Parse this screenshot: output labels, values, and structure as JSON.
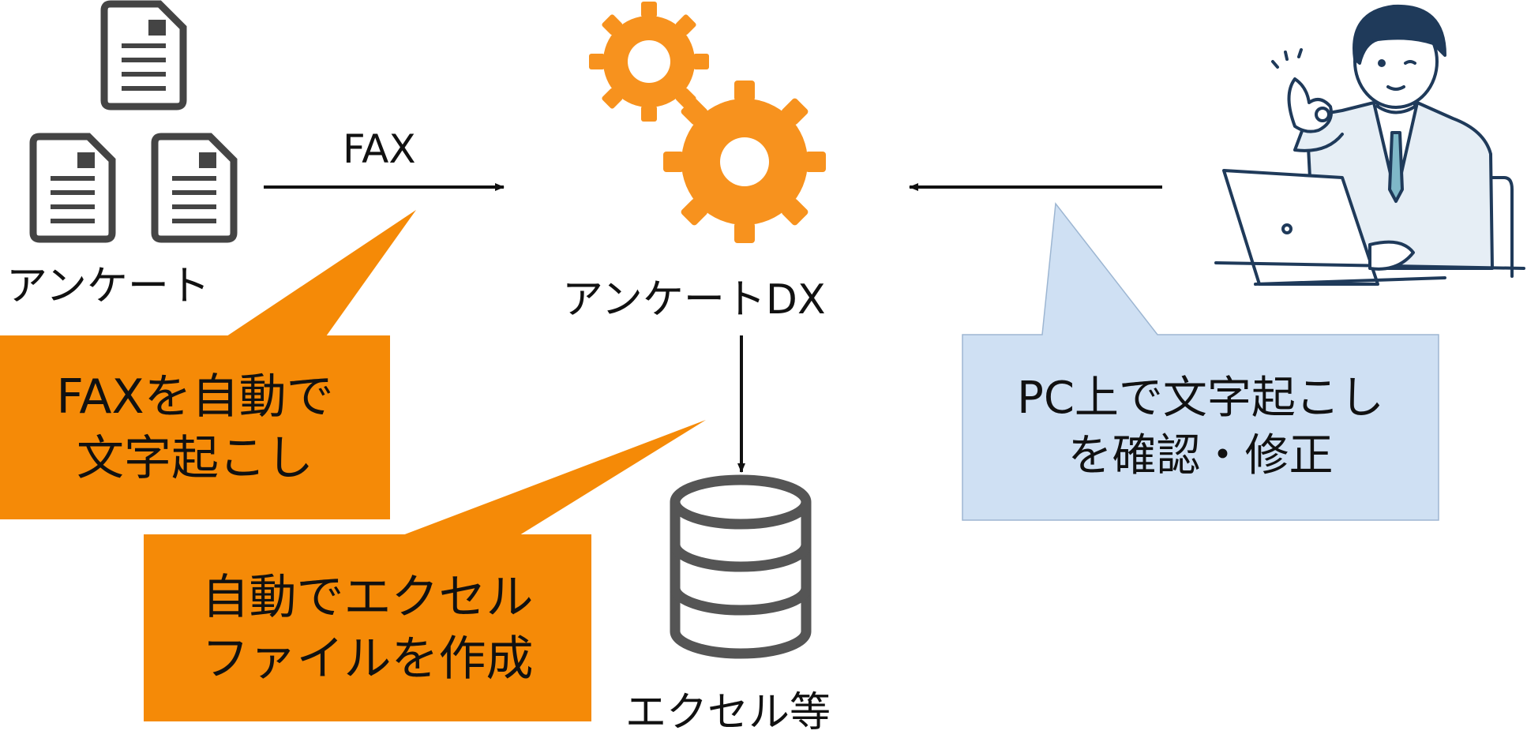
{
  "labels": {
    "survey": "アンケート",
    "fax": "FAX",
    "system": "アンケートDX",
    "excel": "エクセル等"
  },
  "callouts": {
    "fax_transcribe": "FAXを自動で\n文字起こし",
    "excel_create": "自動でエクセル\nファイルを作成",
    "pc_check": "PC上で文字起こし\nを確認・修正"
  },
  "icons": [
    "document-icon",
    "gear-icon",
    "database-icon",
    "person-laptop-icon"
  ],
  "colors": {
    "orange": "#F58A07",
    "gear_orange": "#F7921E",
    "light_blue": "#CFE0F3",
    "icon_gray": "#444444",
    "person_navy": "#1F3A5A"
  }
}
